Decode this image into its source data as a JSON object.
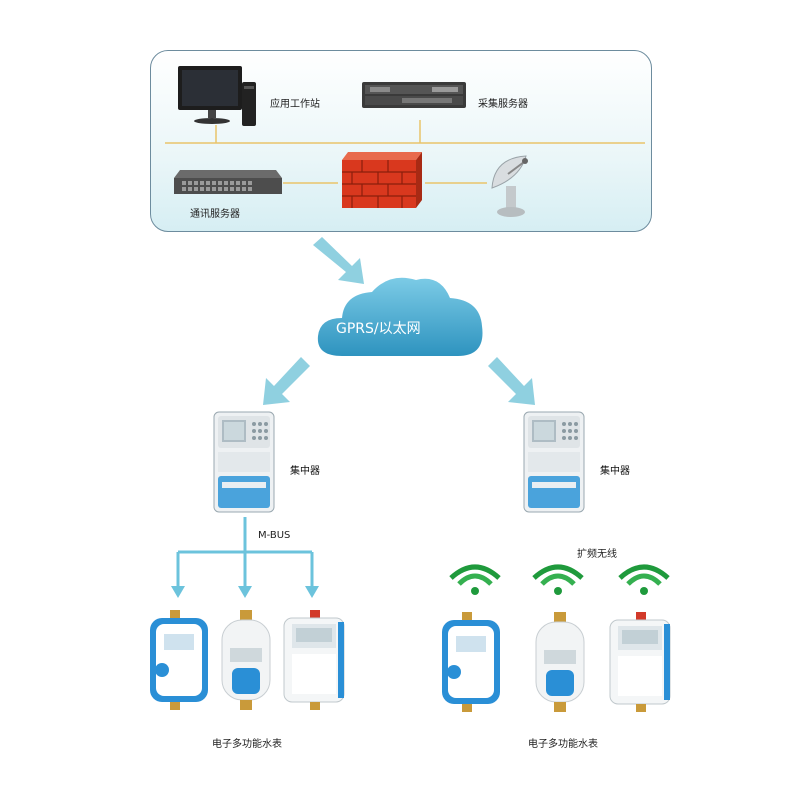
{
  "panel": {
    "workstation_label": "应用工作站",
    "collection_server_label": "采集服务器",
    "comm_server_label": "通讯服务器"
  },
  "network": {
    "label": "GPRS/以太网"
  },
  "left_branch": {
    "concentrator_label": "集中器",
    "bus_label": "M-BUS",
    "meters_label": "电子多功能水表"
  },
  "right_branch": {
    "concentrator_label": "集中器",
    "wireless_label": "扩频无线",
    "meters_label": "电子多功能水表"
  },
  "colors": {
    "arrow": "#8fd0e0",
    "cloud": "#3fa3c9",
    "meter_blue": "#2a8fd6",
    "firewall": "#d9381e",
    "wifi_green": "#1f9a3c"
  }
}
